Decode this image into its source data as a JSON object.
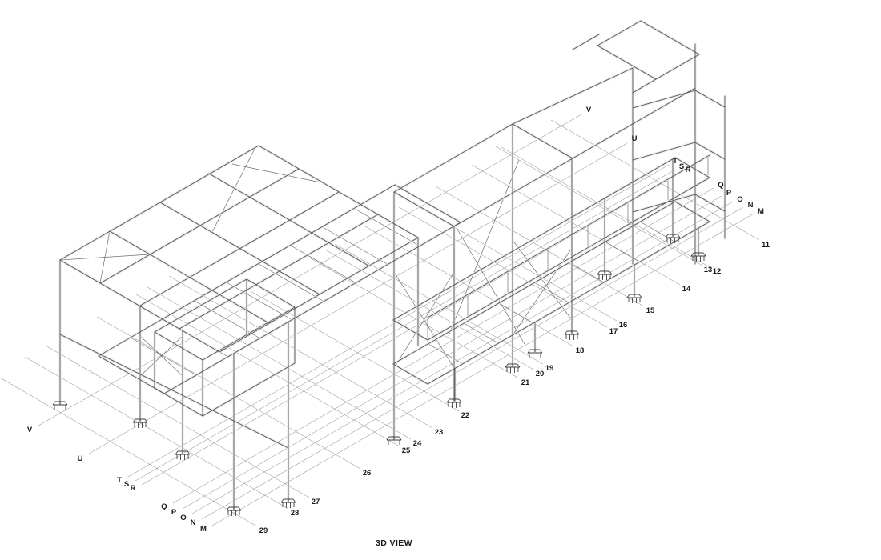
{
  "view": {
    "caption": "3D VIEW"
  },
  "labels": {
    "n11": "11",
    "n12": "12",
    "n13": "13",
    "n14": "14",
    "n15": "15",
    "n16": "16",
    "n17": "17",
    "n18": "18",
    "n19": "19",
    "n20": "20",
    "n21": "21",
    "n22": "22",
    "n23": "23",
    "n24": "24",
    "n25": "25",
    "n26": "26",
    "n27": "27",
    "n28": "28",
    "n29": "29",
    "rV": "V",
    "rU": "U",
    "rT": "T",
    "rS": "S",
    "rR": "R",
    "rQ": "Q",
    "rP": "P",
    "rO": "O",
    "rN": "N",
    "rM": "M",
    "lV": "V",
    "lU": "U",
    "lT": "T",
    "lS": "S",
    "lR": "R",
    "lQ": "Q",
    "lP": "P",
    "lO": "O",
    "lN": "N",
    "lM": "M"
  },
  "colors": {
    "background": "#ffffff",
    "line": "#4e4e4e",
    "label": "#1a1a1a"
  }
}
